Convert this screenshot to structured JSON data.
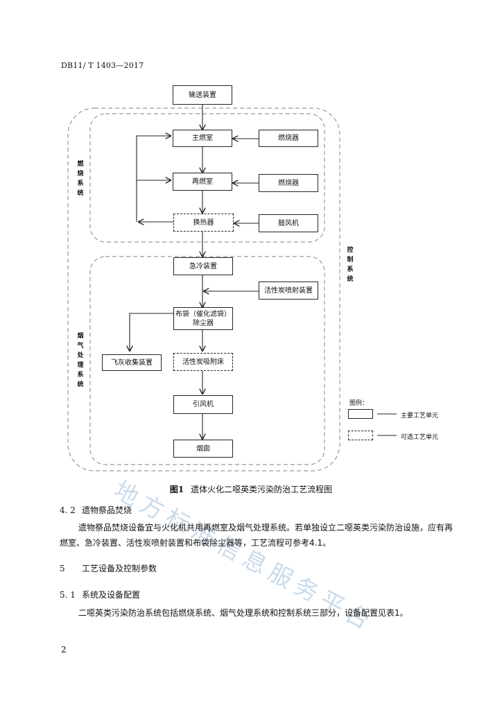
{
  "header": {
    "doc_code": "DB11/ T  1403—2017"
  },
  "diagram": {
    "groups": {
      "combustion": "燃烧系统",
      "flue_gas": "烟气处理系统",
      "control": "控制系统"
    },
    "boxes": {
      "conveyor": "输送装置",
      "main_chamber": "主燃室",
      "burner_1": "燃烧器",
      "reburn_chamber": "再燃室",
      "burner_2": "燃烧器",
      "heat_exchanger": "换热器",
      "blower": "鼓风机",
      "quench": "急冷装置",
      "carbon_injection": "活性炭喷射装置",
      "baghouse_line1": "布袋（催化滤袋）",
      "baghouse_line2": "除尘器",
      "fly_ash": "飞灰收集装置",
      "carbon_bed": "活性炭吸附床",
      "induced_fan": "引风机",
      "chimney": "烟囱"
    },
    "legend": {
      "title": "图例：",
      "solid_label": "主要工艺单元",
      "dashed_label": "可选工艺单元"
    }
  },
  "caption": {
    "number": "图1",
    "title": "遗体火化二噁英类污染防治工艺流程图"
  },
  "sections": [
    {
      "number": "4. 2",
      "title": "遗物祭品焚烧"
    },
    {
      "number": "5",
      "title": "工艺设备及控制参数"
    },
    {
      "number": "5. 1",
      "title": "系统及设备配置"
    }
  ],
  "paragraphs": {
    "p1": "遗物祭品焚烧设备宜与火化机共用再燃室及烟气处理系统。若单独设立二噁英类污染防治设施，应有再燃室、急冷装置、活性炭喷射装置和布袋除尘器等，工艺流程可参考4.1。",
    "p2": "二噁英类污染防治系统包括燃烧系统、烟气处理系统和控制系统三部分，设备配置见表1。"
  },
  "page_number": "2",
  "watermark": "地方标准信息服务平台"
}
